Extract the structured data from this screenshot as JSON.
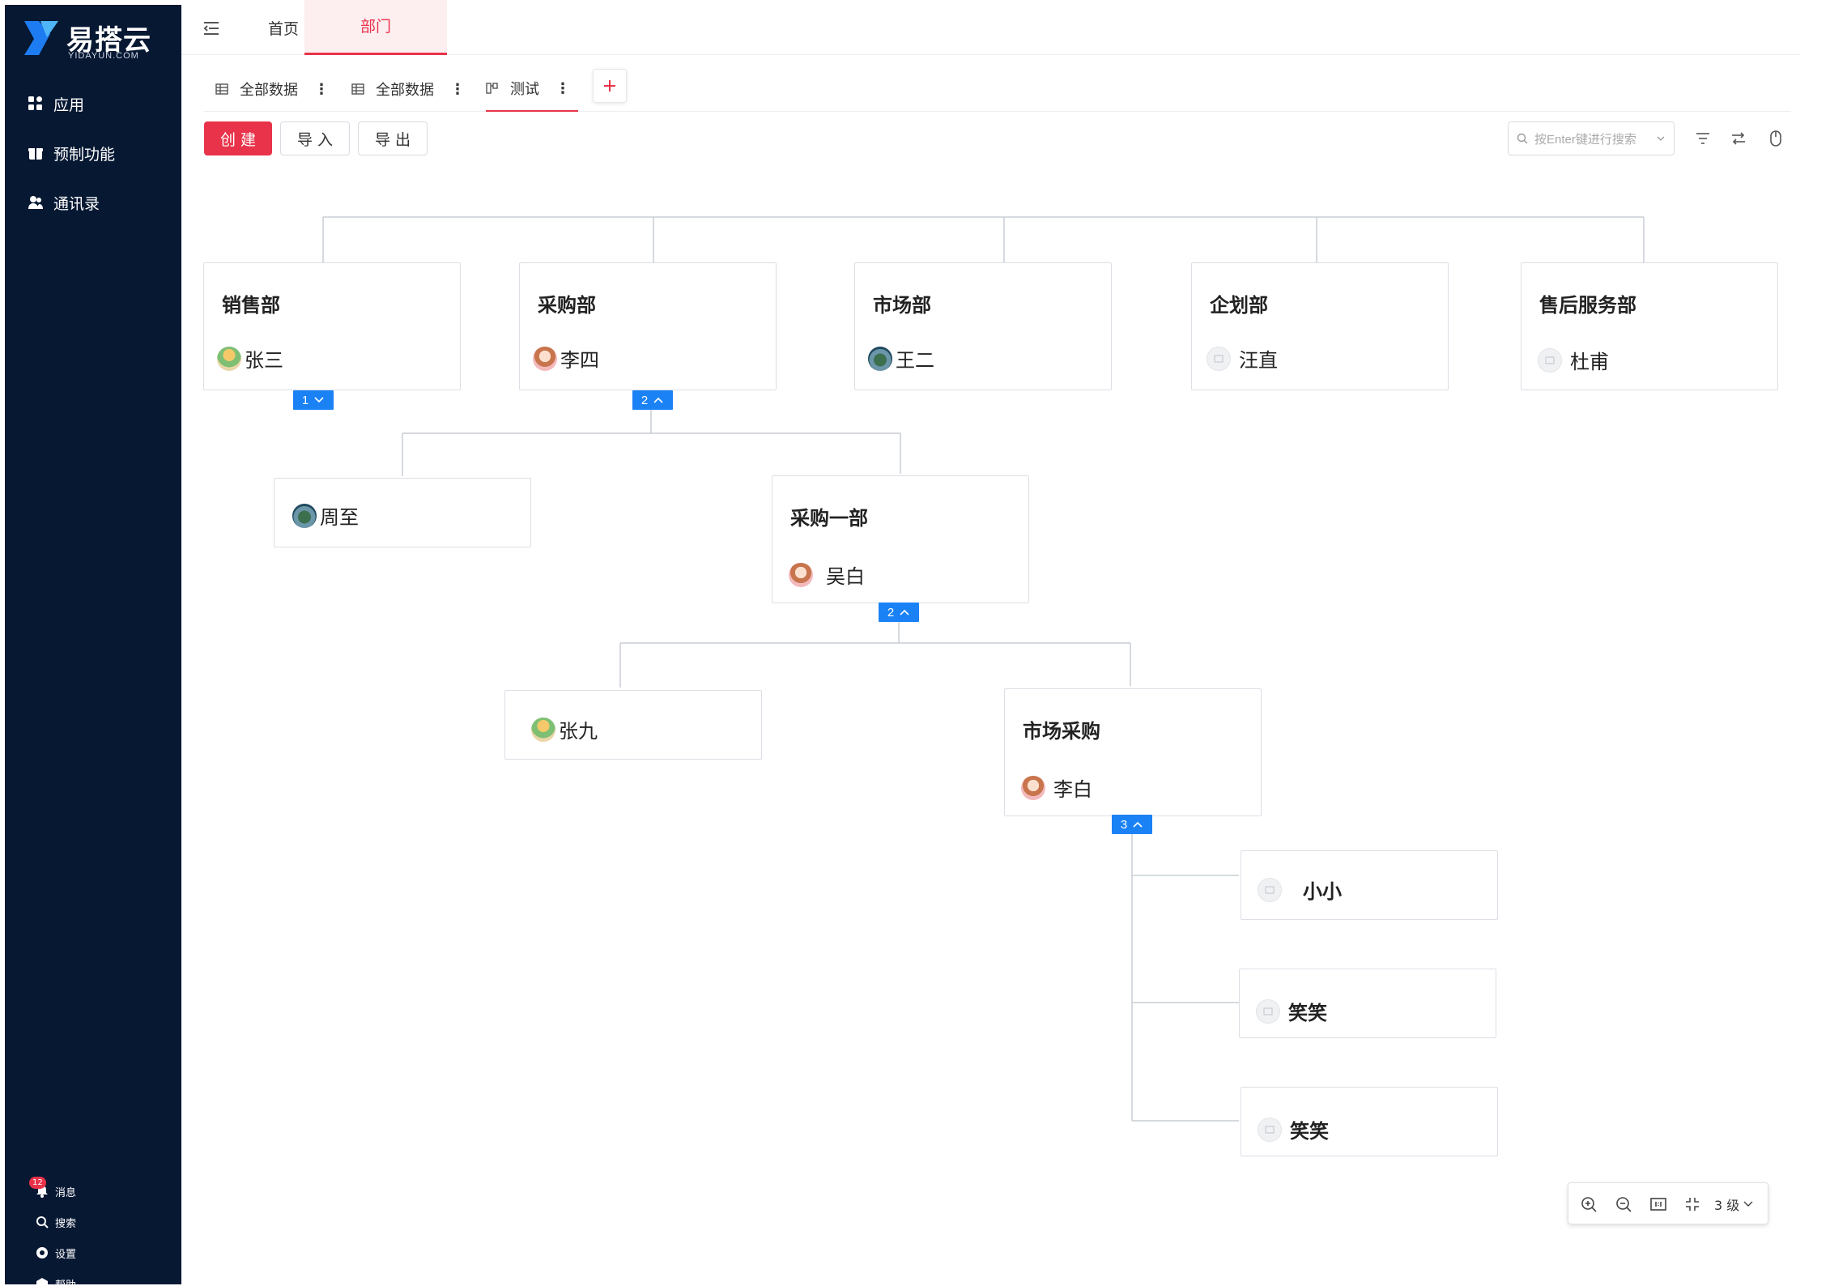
{
  "sidebar": {
    "logo_text": "易搭云",
    "logo_sub": "YIDAYUN.COM",
    "items": [
      {
        "label": "应用",
        "icon": "grid-icon"
      },
      {
        "label": "预制功能",
        "icon": "gift-icon"
      },
      {
        "label": "通讯录",
        "icon": "users-icon"
      }
    ],
    "bottom": [
      {
        "label": "消息",
        "icon": "bell-icon",
        "badge": "12"
      },
      {
        "label": "搜索",
        "icon": "search-icon"
      },
      {
        "label": "设置",
        "icon": "gear-icon"
      },
      {
        "label": "帮助",
        "icon": "help-icon"
      }
    ]
  },
  "topbar": {
    "home_tab": "首页",
    "active_tab": "部门"
  },
  "view_tabs": [
    {
      "label": "全部数据",
      "icon": "table-icon"
    },
    {
      "label": "全部数据",
      "icon": "table-icon"
    },
    {
      "label": "测试",
      "icon": "org-chart-icon",
      "active": true
    }
  ],
  "actions": {
    "create": "创 建",
    "import": "导 入",
    "export": "导 出",
    "search_placeholder": "按Enter键进行搜索"
  },
  "org_chart": {
    "departments": [
      {
        "id": "sales",
        "name": "销售部",
        "leader": "张三",
        "children_count": "1",
        "expanded": false
      },
      {
        "id": "purchase",
        "name": "采购部",
        "leader": "李四",
        "children_count": "2",
        "expanded": true
      },
      {
        "id": "market",
        "name": "市场部",
        "leader": "王二"
      },
      {
        "id": "planning",
        "name": "企划部",
        "leader": "汪直"
      },
      {
        "id": "aftersales",
        "name": "售后服务部",
        "leader": "杜甫"
      }
    ],
    "purchase_children": {
      "member": "周至",
      "sub_department": {
        "name": "采购一部",
        "leader": "吴白",
        "children_count": "2"
      }
    },
    "purchase1_children": {
      "member": "张九",
      "sub_department": {
        "name": "市场采购",
        "leader": "李白",
        "children_count": "3"
      }
    },
    "market_purchase_members": [
      "小小",
      "笑笑",
      "笑笑"
    ]
  },
  "zoom": {
    "level": "3 级"
  },
  "colors": {
    "sidebar_bg": "#071833",
    "accent": "#e8334a",
    "node_button": "#1b82f5"
  }
}
